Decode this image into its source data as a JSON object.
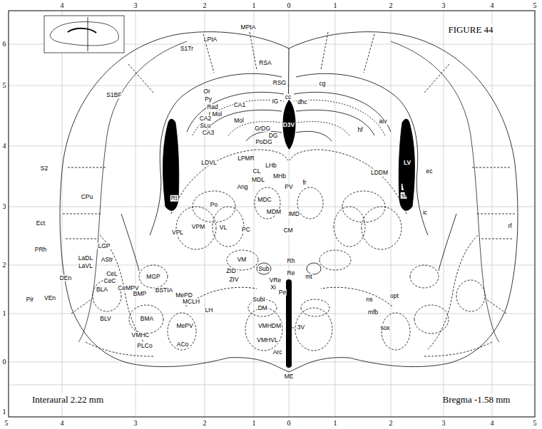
{
  "diagram": {
    "title": "FIGURE 44",
    "nodes": [
      {
        "text": [
          "D3V"
        ]
      },
      {
        "text": [
          "LV"
        ]
      }
    ],
    "labels": [
      "4",
      "3",
      "2",
      "1",
      "0",
      "1",
      "2",
      "3",
      "4",
      "5",
      "5",
      "4",
      "3",
      "2",
      "1",
      "0",
      "1",
      "2",
      "3",
      "4",
      "5",
      "6",
      "5",
      "4",
      "3",
      "2",
      "1",
      "0",
      "1",
      "MPtA",
      "LPtA",
      "S1Tr",
      "RSA",
      "RSG",
      "cg",
      "IG",
      "cc",
      "dhc",
      "S1BF",
      "Or",
      "Py",
      "Rad",
      "LMol",
      "CA1",
      "CA2",
      "SLu",
      "CA3",
      "Mol",
      "GrDG",
      "DG",
      "PoDG",
      "hf",
      "alv",
      "LPMR",
      "LDVL",
      "LHb",
      "MHb",
      "CL",
      "MDL",
      "Ang",
      "PV",
      "fr",
      "LDDM",
      "fi",
      "st",
      "ec",
      "ic",
      "rf",
      "CPu",
      "Rt",
      "Po",
      "MDC",
      "MDM",
      "IMD",
      "S2",
      "Ect",
      "VPL",
      "VPM",
      "VL",
      "PC",
      "CM",
      "PRh",
      "LGP",
      "DEn",
      "LaDL",
      "LaVL",
      "AStr",
      "CeL",
      "CeC",
      "CeMPV",
      "VM",
      "Sub",
      "Rh",
      "Re",
      "ZID",
      "ZIV",
      "VRe",
      "mt",
      "Xi",
      "MGP",
      "BLA",
      "BMP",
      "BSTIA",
      "MePD",
      "MCLH",
      "Pir",
      "VEn",
      "Pe",
      "SubI",
      "LH",
      "DM",
      "ns",
      "mfb",
      "opt",
      "sox",
      "BLV",
      "BMA",
      "MePV",
      "VMHDM",
      "3V",
      "VMHC",
      "PLCo",
      "ACo",
      "VMHVL",
      "Arc",
      "ME",
      "Interaural 2.22 mm",
      "Bregma -1.58 mm"
    ]
  }
}
